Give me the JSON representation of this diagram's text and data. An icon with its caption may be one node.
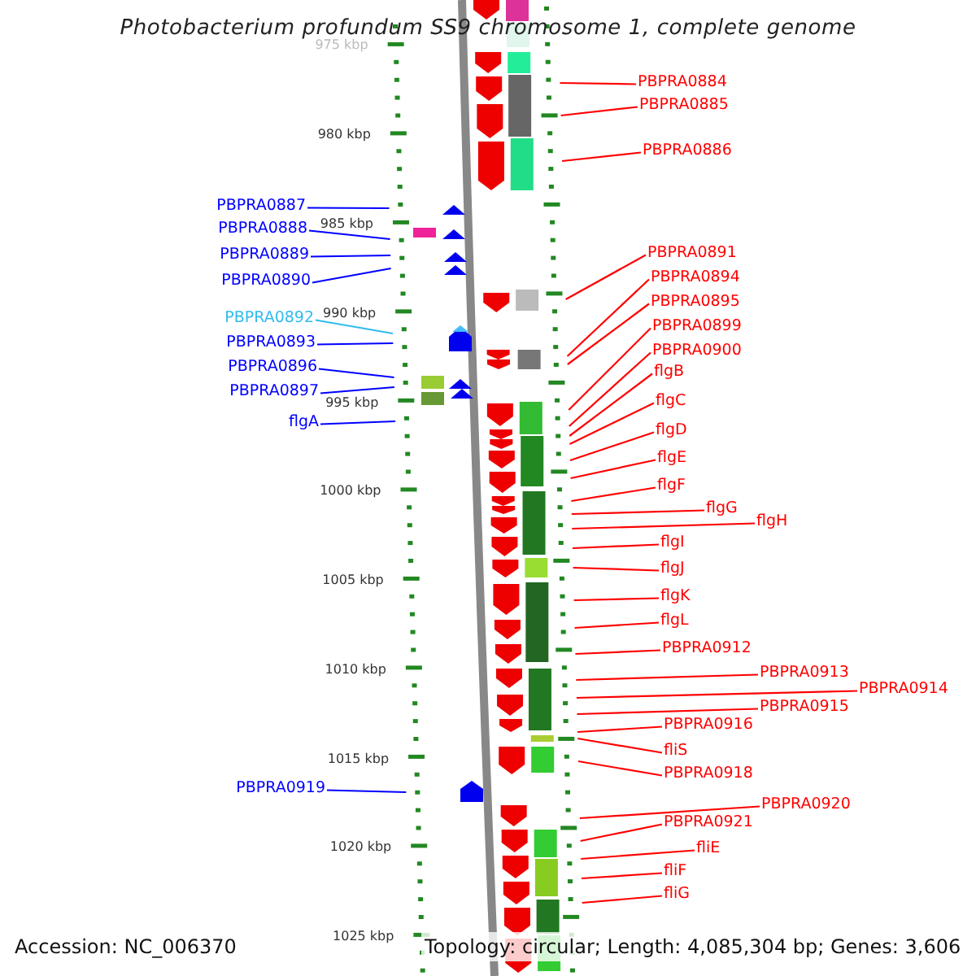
{
  "diagram": {
    "title": "Photobacterium profundum SS9 chromosome 1, complete genome",
    "nodes": [
      {
        "text": [
          "PBPRA0884"
        ]
      },
      {
        "text": [
          "PBPRA0885"
        ]
      },
      {
        "text": [
          "PBPRA0886"
        ]
      },
      {
        "text": [
          "PBPRA0887"
        ]
      },
      {
        "text": [
          "PBPRA0888"
        ]
      },
      {
        "text": [
          "PBPRA0889"
        ]
      },
      {
        "text": [
          "PBPRA0890"
        ]
      },
      {
        "text": [
          "PBPRA0891"
        ]
      },
      {
        "text": [
          "PBPRA0894"
        ]
      },
      {
        "text": [
          "PBPRA0895"
        ]
      },
      {
        "text": [
          "PBPRA0892"
        ]
      },
      {
        "text": [
          "PBPRA0899"
        ]
      },
      {
        "text": [
          "PBPRA0893"
        ]
      },
      {
        "text": [
          "PBPRA0900"
        ]
      },
      {
        "text": [
          "PBPRA0896"
        ]
      },
      {
        "text": [
          "flgB"
        ]
      },
      {
        "text": [
          "PBPRA0897"
        ]
      },
      {
        "text": [
          "flgC"
        ]
      },
      {
        "text": [
          "flgA"
        ]
      },
      {
        "text": [
          "flgD"
        ]
      },
      {
        "text": [
          "flgE"
        ]
      },
      {
        "text": [
          "flgF"
        ]
      },
      {
        "text": [
          "flgG"
        ]
      },
      {
        "text": [
          "flgH"
        ]
      },
      {
        "text": [
          "flgI"
        ]
      },
      {
        "text": [
          "flgJ"
        ]
      },
      {
        "text": [
          "flgK"
        ]
      },
      {
        "text": [
          "flgL"
        ]
      },
      {
        "text": [
          "PBPRA0912"
        ]
      },
      {
        "text": [
          "PBPRA0913"
        ]
      },
      {
        "text": [
          "PBPRA0914"
        ]
      },
      {
        "text": [
          "PBPRA0915"
        ]
      },
      {
        "text": [
          "PBPRA0916"
        ]
      },
      {
        "text": [
          "fliS"
        ]
      },
      {
        "text": [
          "PBPRA0918"
        ]
      },
      {
        "text": [
          "PBPRA0919"
        ]
      },
      {
        "text": [
          "PBPRA0920"
        ]
      },
      {
        "text": [
          "PBPRA0921"
        ]
      },
      {
        "text": [
          "fliE"
        ]
      },
      {
        "text": [
          "fliF"
        ]
      },
      {
        "text": [
          "fliG"
        ]
      }
    ],
    "edges": [
      {
        "from": 0,
        "to": null,
        "arrow": "none"
      },
      {
        "from": 1,
        "to": null,
        "arrow": "none"
      },
      {
        "from": 2,
        "to": null,
        "arrow": "none"
      },
      {
        "from": 3,
        "to": null,
        "arrow": "none",
        "color": "#0000ff"
      },
      {
        "from": 4,
        "to": null,
        "arrow": "none",
        "color": "#0000ff"
      },
      {
        "from": 5,
        "to": null,
        "arrow": "none",
        "color": "#0000ff"
      },
      {
        "from": 6,
        "to": null,
        "arrow": "none",
        "color": "#0000ff"
      },
      {
        "from": 7,
        "to": null,
        "arrow": "none"
      },
      {
        "from": 8,
        "to": null,
        "arrow": "none"
      },
      {
        "from": 9,
        "to": null,
        "arrow": "none"
      },
      {
        "from": 10,
        "to": null,
        "arrow": "none",
        "color": "#33bbee"
      },
      {
        "from": 11,
        "to": null,
        "arrow": "none"
      },
      {
        "from": 12,
        "to": null,
        "arrow": "none",
        "color": "#0000ff"
      },
      {
        "from": 13,
        "to": null,
        "arrow": "none"
      },
      {
        "from": 14,
        "to": null,
        "arrow": "none",
        "color": "#0000ff"
      },
      {
        "from": 15,
        "to": null,
        "arrow": "none"
      },
      {
        "from": 16,
        "to": null,
        "arrow": "none",
        "color": "#0000ff"
      },
      {
        "from": 17,
        "to": null,
        "arrow": "none"
      },
      {
        "from": 18,
        "to": null,
        "arrow": "none",
        "color": "#0000ff"
      },
      {
        "from": 19,
        "to": null,
        "arrow": "none"
      },
      {
        "from": 20,
        "to": null,
        "arrow": "none"
      },
      {
        "from": 21,
        "to": null,
        "arrow": "none"
      },
      {
        "from": 22,
        "to": null,
        "arrow": "none"
      },
      {
        "from": 23,
        "to": null,
        "arrow": "none"
      },
      {
        "from": 24,
        "to": null,
        "arrow": "none"
      },
      {
        "from": 25,
        "to": null,
        "arrow": "none"
      },
      {
        "from": 26,
        "to": null,
        "arrow": "none"
      },
      {
        "from": 27,
        "to": null,
        "arrow": "none"
      },
      {
        "from": 28,
        "to": null,
        "arrow": "none"
      },
      {
        "from": 29,
        "to": null,
        "arrow": "none"
      },
      {
        "from": 30,
        "to": null,
        "arrow": "none"
      },
      {
        "from": 31,
        "to": null,
        "arrow": "none"
      },
      {
        "from": 32,
        "to": null,
        "arrow": "none"
      },
      {
        "from": 33,
        "to": null,
        "arrow": "none"
      },
      {
        "from": 34,
        "to": null,
        "arrow": "none"
      },
      {
        "from": 35,
        "to": null,
        "arrow": "none",
        "color": "#0000ff"
      },
      {
        "from": 36,
        "to": null,
        "arrow": "none"
      },
      {
        "from": 37,
        "to": null,
        "arrow": "none"
      },
      {
        "from": 38,
        "to": null,
        "arrow": "none"
      },
      {
        "from": 39,
        "to": null,
        "arrow": "none"
      },
      {
        "from": 40,
        "to": null,
        "arrow": "none"
      }
    ],
    "labels": [
      "975 kbp",
      "980 kbp",
      "985 kbp",
      "990 kbp",
      "995 kbp",
      "1000 kbp",
      "1005 kbp",
      "1010 kbp",
      "1015 kbp",
      "1020 kbp",
      "1025 kbp",
      "Accession: NC_006370",
      "Topology: circular; Length: 4,085,304 bp; Genes: 3,606"
    ]
  }
}
